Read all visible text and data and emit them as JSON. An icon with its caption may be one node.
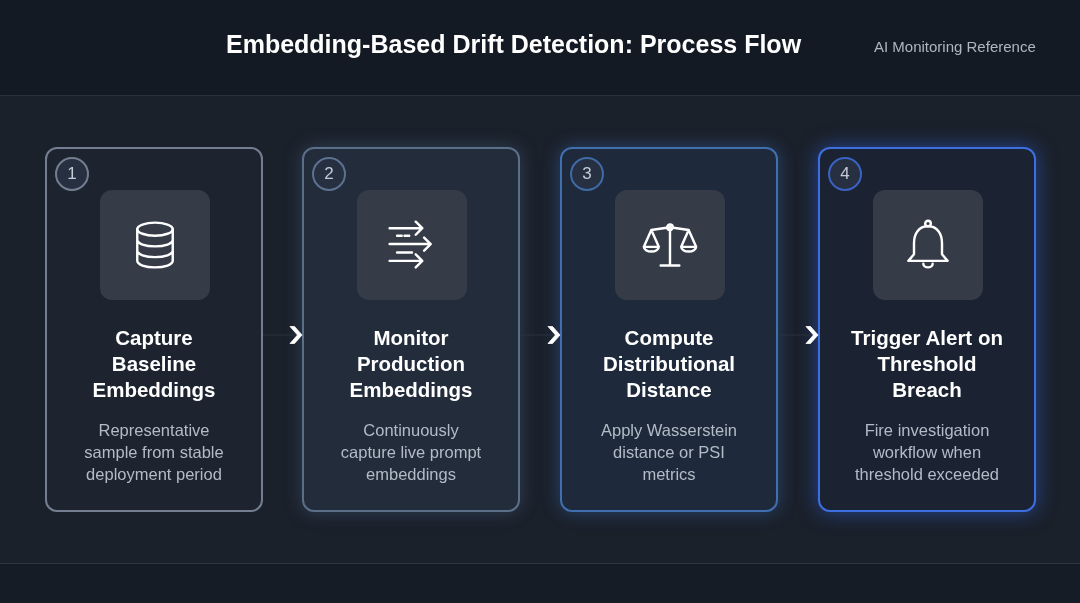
{
  "diagram": {
    "title": "Embedding-Based Drift Detection: Process Flow",
    "nodes": [
      {
        "text": [
          "Capture Baseline Embeddings",
          "Representative sample from stable deployment period"
        ]
      },
      {
        "text": [
          "1"
        ],
        "in": 0
      },
      {
        "text": [
          "Monitor Production Embeddings",
          "Continuously capture live prompt embeddings"
        ]
      },
      {
        "text": [
          "2"
        ],
        "in": 2
      },
      {
        "text": [
          "Compute Distributional Distance",
          "Apply Wasserstein distance or PSI metrics"
        ]
      },
      {
        "text": [
          "3"
        ],
        "in": 4
      },
      {
        "text": [
          "Trigger Alert on Threshold Breach",
          "Fire investigation workflow when threshold exceeded"
        ]
      },
      {
        "text": [
          "4"
        ],
        "in": 6
      }
    ],
    "edges": [
      {
        "from": 0,
        "to": 2,
        "arrow": "to"
      },
      {
        "from": 2,
        "to": 4,
        "arrow": "to"
      },
      {
        "from": 4,
        "to": 6,
        "arrow": "to"
      }
    ],
    "labels": [
      "AI Monitoring Reference"
    ]
  }
}
